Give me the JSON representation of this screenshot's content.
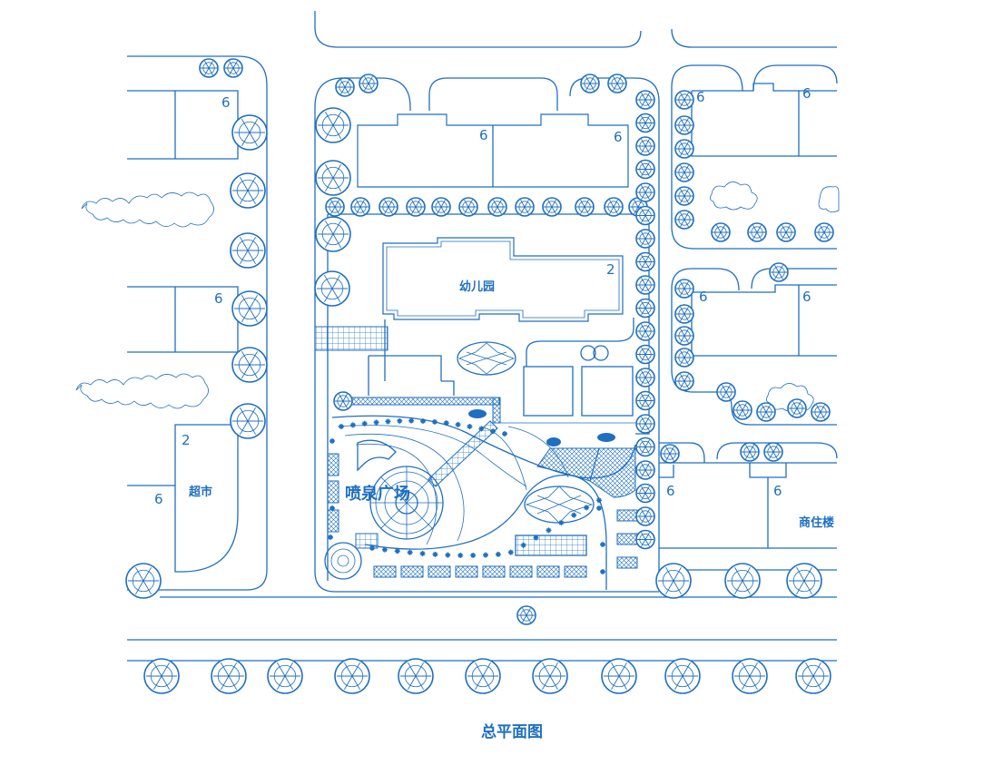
{
  "drawing": {
    "title": "总平面图",
    "color": "#1f6fc0",
    "background": "#ffffff"
  },
  "labels": {
    "kindergarten": "幼儿园",
    "fountain_plaza": "喷泉广场",
    "supermarket": "超市",
    "residential_commercial": "商住楼"
  },
  "floor_counts": {
    "left_top": "6",
    "left_mid": "6",
    "left_super_2": "2",
    "left_super_6": "6",
    "top_a": "6",
    "top_b": "6",
    "kindergarten": "2",
    "right_top_a": "6",
    "right_top_b": "6",
    "right_mid_a": "6",
    "right_mid_b": "6",
    "bottom_a": "6",
    "bottom_b": "6"
  }
}
